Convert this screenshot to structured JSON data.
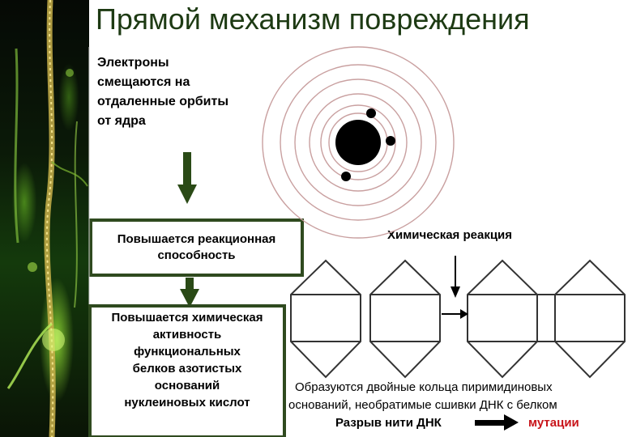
{
  "title": "Прямой механизм повреждения",
  "electrons_text": [
    "Электроны",
    "смещаются на",
    "отдаленные орбиты",
    "от ядра"
  ],
  "box_reactivity": [
    "Повышается реакционная",
    "способность"
  ],
  "box_activity": [
    "Повышается химическая",
    "активность",
    "функциональных",
    "белков азотистых",
    "оснований",
    "нуклеиновых кислот"
  ],
  "chem_reaction_label": "Химическая реакция",
  "result_line1": "Образуются двойные кольца  пиримидиновых",
  "result_line2": "оснований, необратимые сшивки ДНК с белком",
  "result_line3_a": "Разрыв нити ДНК",
  "result_line3_b": "мутации",
  "colors": {
    "title": "#1d3a13",
    "box_border": "#2f4a1f",
    "arrow": "#2a4a16",
    "orbit": "#c9a0a0",
    "mutation": "#c8141a"
  }
}
